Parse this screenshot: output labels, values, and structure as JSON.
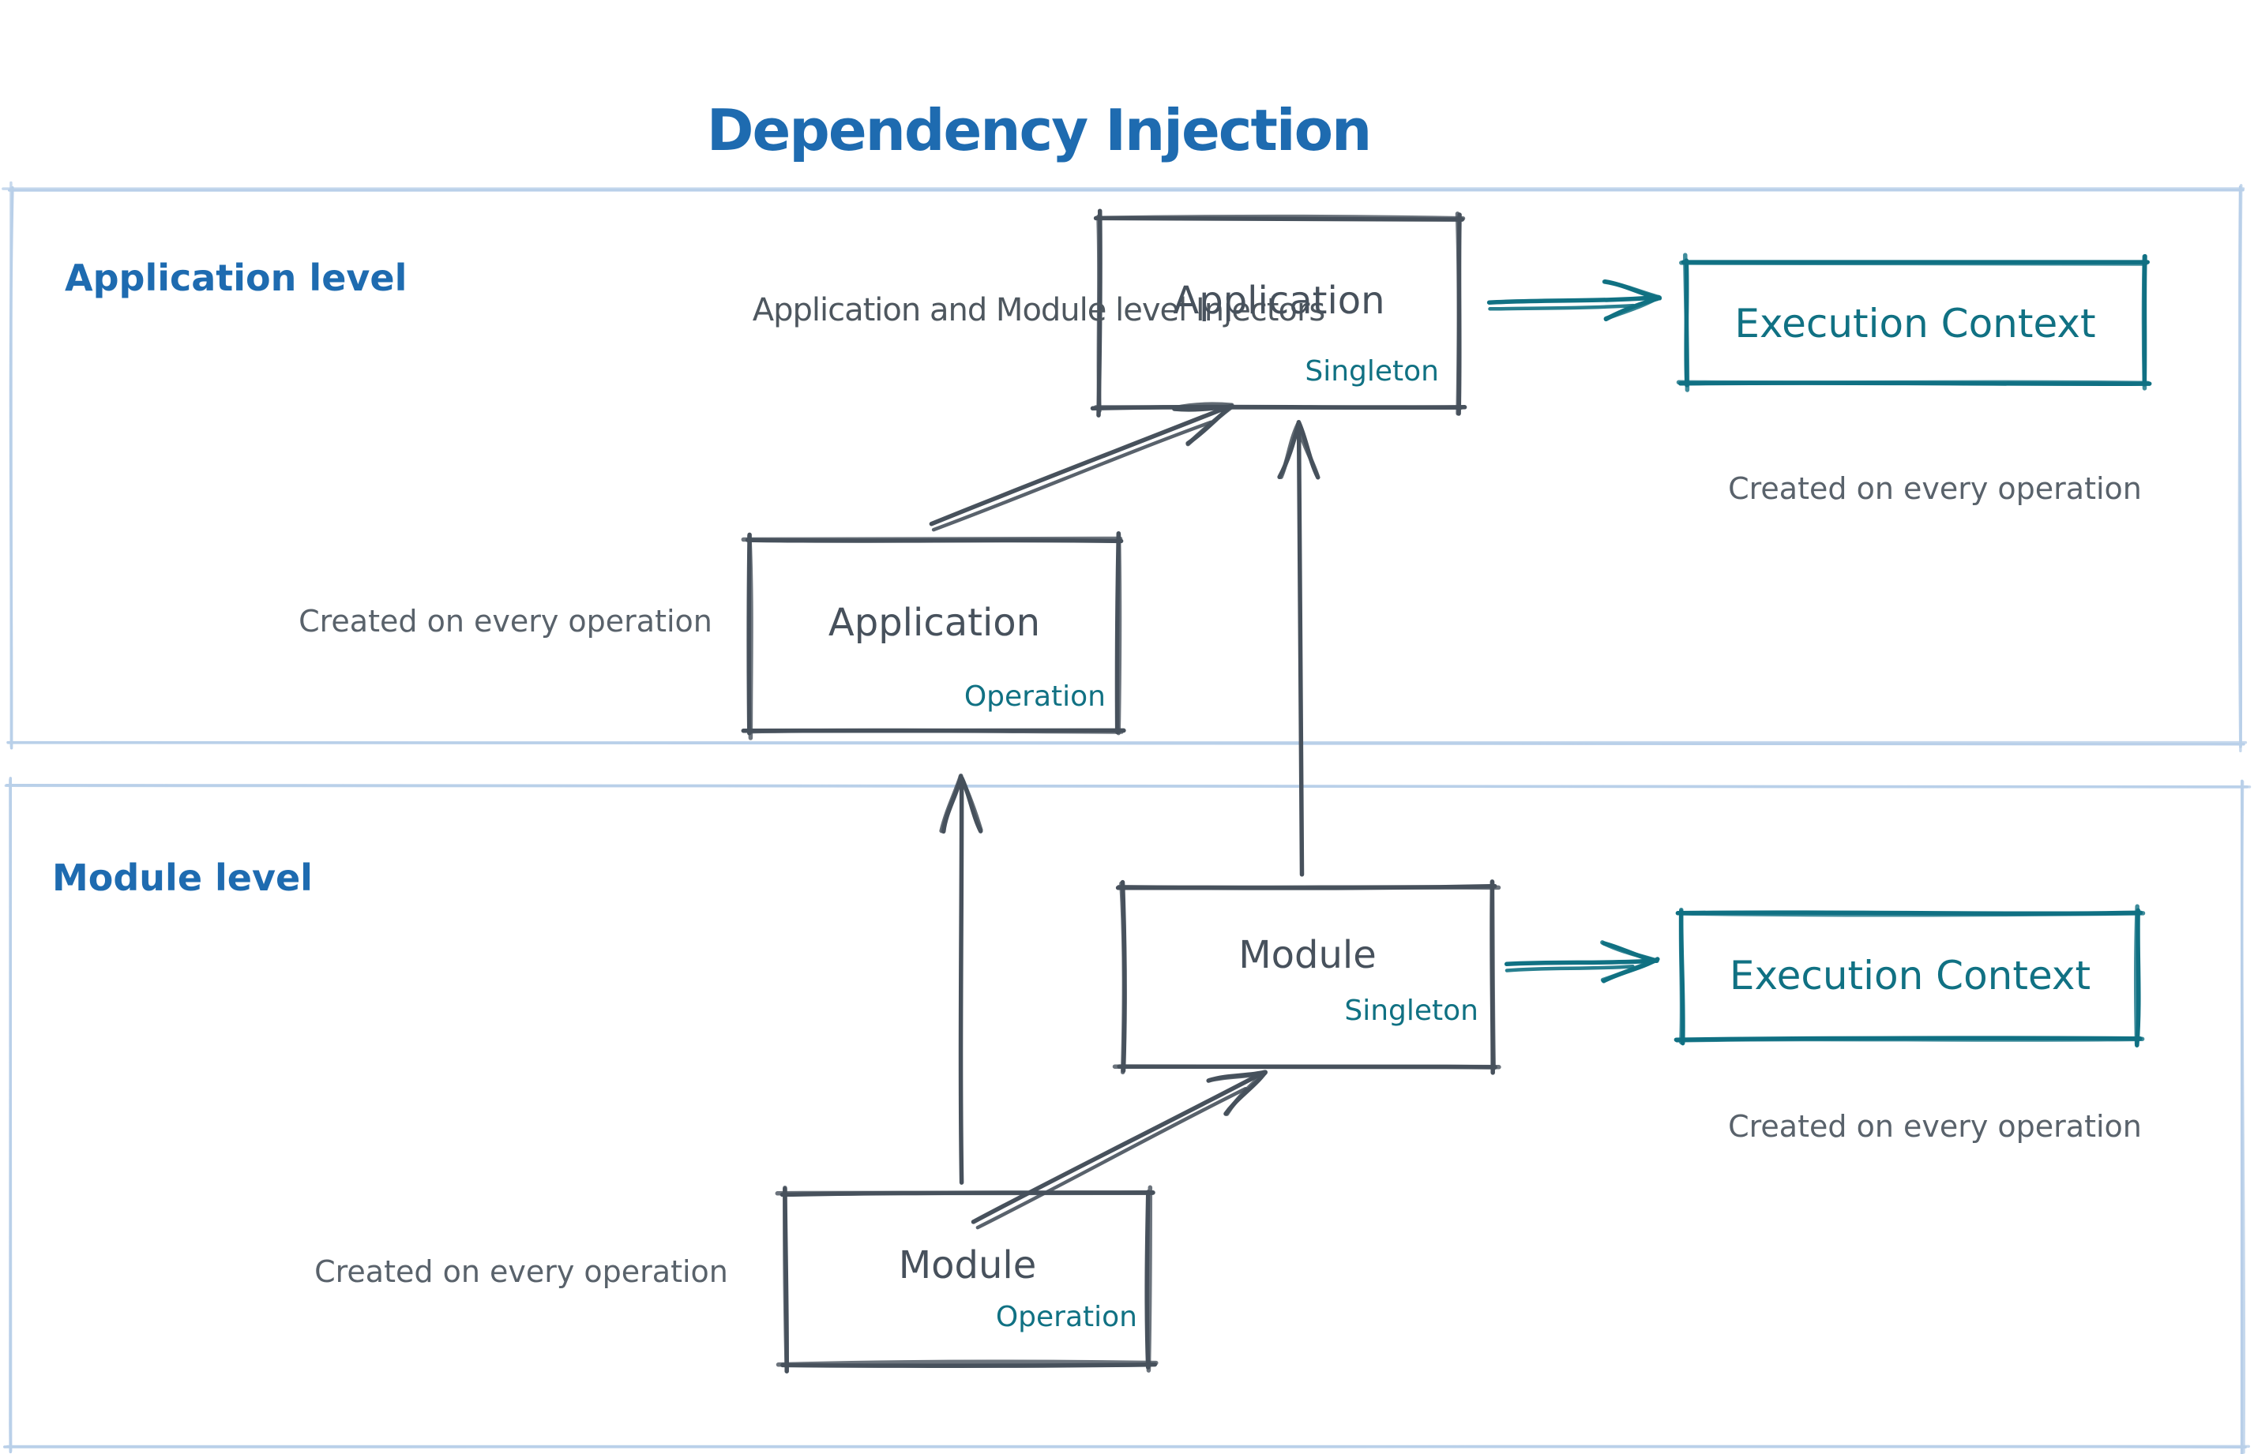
{
  "header": {
    "title": "Dependency Injection",
    "subtitle": "Application and Module level Injectors"
  },
  "sections": {
    "application": {
      "label": "Application level"
    },
    "module": {
      "label": "Module level"
    }
  },
  "nodes": {
    "app_singleton": {
      "title": "Application",
      "scope": "Singleton"
    },
    "app_operation": {
      "title": "Application",
      "scope": "Operation"
    },
    "module_singleton": {
      "title": "Module",
      "scope": "Singleton"
    },
    "module_operation": {
      "title": "Module",
      "scope": "Operation"
    },
    "execution_context_top": {
      "title": "Execution Context"
    },
    "execution_context_bottom": {
      "title": "Execution Context"
    }
  },
  "captions": {
    "app_operation_note": "Created on every operation",
    "execution_context_top_note": "Created on every operation",
    "module_operation_note": "Created on every operation",
    "execution_context_bottom_note": "Created on every operation"
  },
  "colors": {
    "heading_blue": "#1e6bb0",
    "teal": "#107183",
    "ink_dark": "#47515c",
    "caption_gray": "#59626b",
    "container_border": "#b9cfe9"
  }
}
